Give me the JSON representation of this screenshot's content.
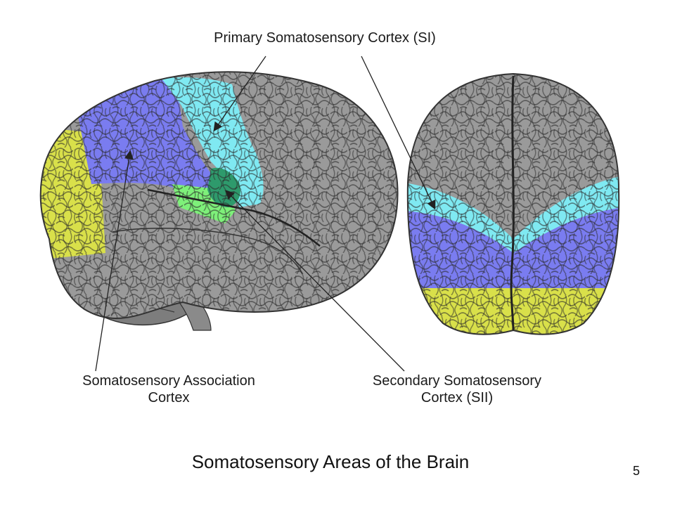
{
  "labels": {
    "primary": "Primary Somatosensory Cortex (SI)",
    "association_line1": "Somatosensory Association",
    "association_line2": "Cortex",
    "secondary_line1": "Secondary Somatosensory",
    "secondary_line2": "Cortex (SII)"
  },
  "caption": "Somatosensory Areas of the Brain",
  "page_number": "5",
  "colors": {
    "cortex_gray": "#8f8f8f",
    "primary_si": "#7fe9f2",
    "association": "#7a7cf0",
    "secondary_sii": "#2e9a6c",
    "sii_light": "#7ef07a",
    "occipital_yellow": "#d9e04a",
    "arrow": "#222222"
  }
}
